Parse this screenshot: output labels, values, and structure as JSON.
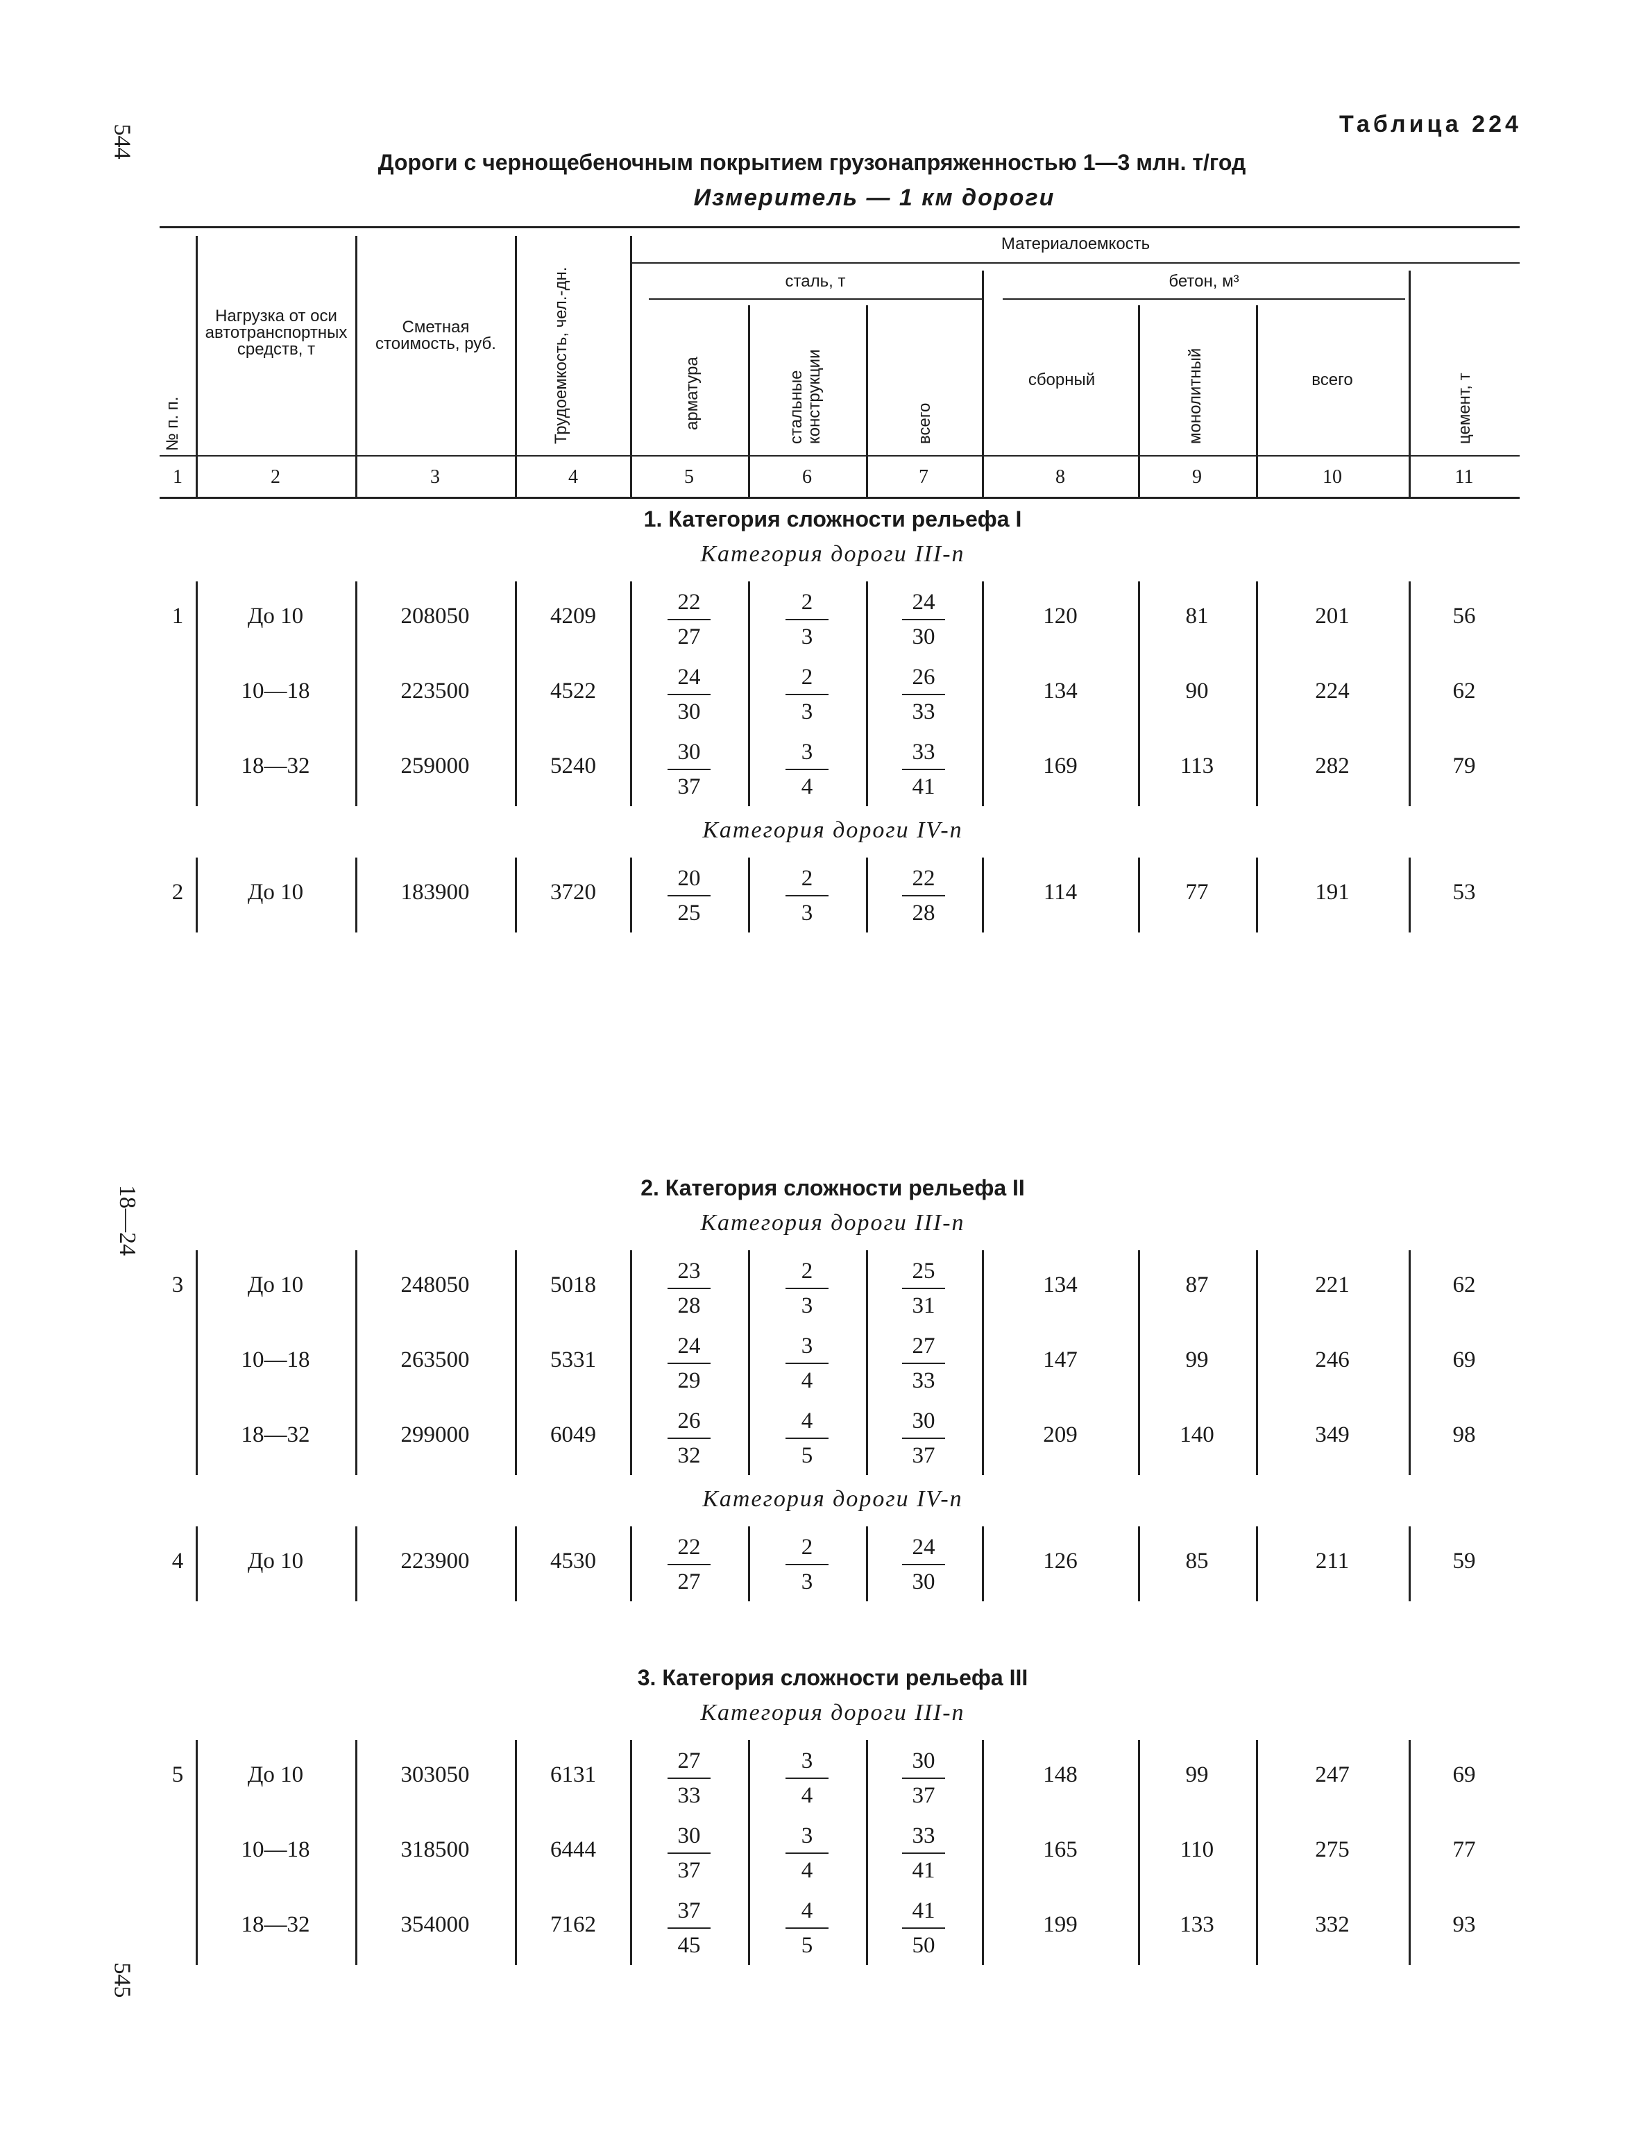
{
  "page_numbers": {
    "top_left": "544",
    "middle_left": "18—24",
    "bottom_left": "545"
  },
  "table_label": "Таблица 224",
  "title": "Дороги с чернощебеночным покрытием грузонапряженностью 1—3 млн. т/год",
  "subtitle": "Измеритель — 1 км дороги",
  "header": {
    "material_group": "Материалоемкость",
    "steel_group": "сталь, т",
    "concrete_group": "бетон, м³",
    "col1": "№ п. п.",
    "col2": "Нагрузка от оси автотранспортных средств, т",
    "col3": "Сметная стоимость, руб.",
    "col4": "Трудоемкость, чел.-дн.",
    "col5": "арматура",
    "col6": "стальные конструкции",
    "col7": "всего",
    "col8": "сборный",
    "col9": "монолитный",
    "col10": "всего",
    "col11": "цемент, т"
  },
  "column_numbers": [
    "1",
    "2",
    "3",
    "4",
    "5",
    "6",
    "7",
    "8",
    "9",
    "10",
    "11"
  ],
  "sections": [
    {
      "title": "1. Категория сложности рельефа I",
      "groups": [
        {
          "road_category": "Категория дороги III-п",
          "rows": [
            {
              "num": "1",
              "load": "До 10",
              "cost": "208050",
              "labor": "4209",
              "arm": [
                "22",
                "27"
              ],
              "steel": [
                "2",
                "3"
              ],
              "total": [
                "24",
                "30"
              ],
              "prefab": "120",
              "mono": "81",
              "concrete_total": "201",
              "cement": "56"
            },
            {
              "num": "",
              "load": "10—18",
              "cost": "223500",
              "labor": "4522",
              "arm": [
                "24",
                "30"
              ],
              "steel": [
                "2",
                "3"
              ],
              "total": [
                "26",
                "33"
              ],
              "prefab": "134",
              "mono": "90",
              "concrete_total": "224",
              "cement": "62"
            },
            {
              "num": "",
              "load": "18—32",
              "cost": "259000",
              "labor": "5240",
              "arm": [
                "30",
                "37"
              ],
              "steel": [
                "3",
                "4"
              ],
              "total": [
                "33",
                "41"
              ],
              "prefab": "169",
              "mono": "113",
              "concrete_total": "282",
              "cement": "79"
            }
          ]
        },
        {
          "road_category": "Категория дороги IV-п",
          "rows": [
            {
              "num": "2",
              "load": "До 10",
              "cost": "183900",
              "labor": "3720",
              "arm": [
                "20",
                "25"
              ],
              "steel": [
                "2",
                "3"
              ],
              "total": [
                "22",
                "28"
              ],
              "prefab": "114",
              "mono": "77",
              "concrete_total": "191",
              "cement": "53"
            }
          ]
        }
      ]
    },
    {
      "title": "2. Категория сложности рельефа II",
      "groups": [
        {
          "road_category": "Категория дороги III-п",
          "rows": [
            {
              "num": "3",
              "load": "До 10",
              "cost": "248050",
              "labor": "5018",
              "arm": [
                "23",
                "28"
              ],
              "steel": [
                "2",
                "3"
              ],
              "total": [
                "25",
                "31"
              ],
              "prefab": "134",
              "mono": "87",
              "concrete_total": "221",
              "cement": "62"
            },
            {
              "num": "",
              "load": "10—18",
              "cost": "263500",
              "labor": "5331",
              "arm": [
                "24",
                "29"
              ],
              "steel": [
                "3",
                "4"
              ],
              "total": [
                "27",
                "33"
              ],
              "prefab": "147",
              "mono": "99",
              "concrete_total": "246",
              "cement": "69"
            },
            {
              "num": "",
              "load": "18—32",
              "cost": "299000",
              "labor": "6049",
              "arm": [
                "26",
                "32"
              ],
              "steel": [
                "4",
                "5"
              ],
              "total": [
                "30",
                "37"
              ],
              "prefab": "209",
              "mono": "140",
              "concrete_total": "349",
              "cement": "98"
            }
          ]
        },
        {
          "road_category": "Категория дороги IV-п",
          "rows": [
            {
              "num": "4",
              "load": "До 10",
              "cost": "223900",
              "labor": "4530",
              "arm": [
                "22",
                "27"
              ],
              "steel": [
                "2",
                "3"
              ],
              "total": [
                "24",
                "30"
              ],
              "prefab": "126",
              "mono": "85",
              "concrete_total": "211",
              "cement": "59"
            }
          ]
        }
      ]
    },
    {
      "title": "3. Категория сложности рельефа III",
      "groups": [
        {
          "road_category": "Категория дороги III-п",
          "rows": [
            {
              "num": "5",
              "load": "До 10",
              "cost": "303050",
              "labor": "6131",
              "arm": [
                "27",
                "33"
              ],
              "steel": [
                "3",
                "4"
              ],
              "total": [
                "30",
                "37"
              ],
              "prefab": "148",
              "mono": "99",
              "concrete_total": "247",
              "cement": "69"
            },
            {
              "num": "",
              "load": "10—18",
              "cost": "318500",
              "labor": "6444",
              "arm": [
                "30",
                "37"
              ],
              "steel": [
                "3",
                "4"
              ],
              "total": [
                "33",
                "41"
              ],
              "prefab": "165",
              "mono": "110",
              "concrete_total": "275",
              "cement": "77"
            },
            {
              "num": "",
              "load": "18—32",
              "cost": "354000",
              "labor": "7162",
              "arm": [
                "37",
                "45"
              ],
              "steel": [
                "4",
                "5"
              ],
              "total": [
                "41",
                "50"
              ],
              "prefab": "199",
              "mono": "133",
              "concrete_total": "332",
              "cement": "93"
            }
          ]
        }
      ]
    }
  ]
}
